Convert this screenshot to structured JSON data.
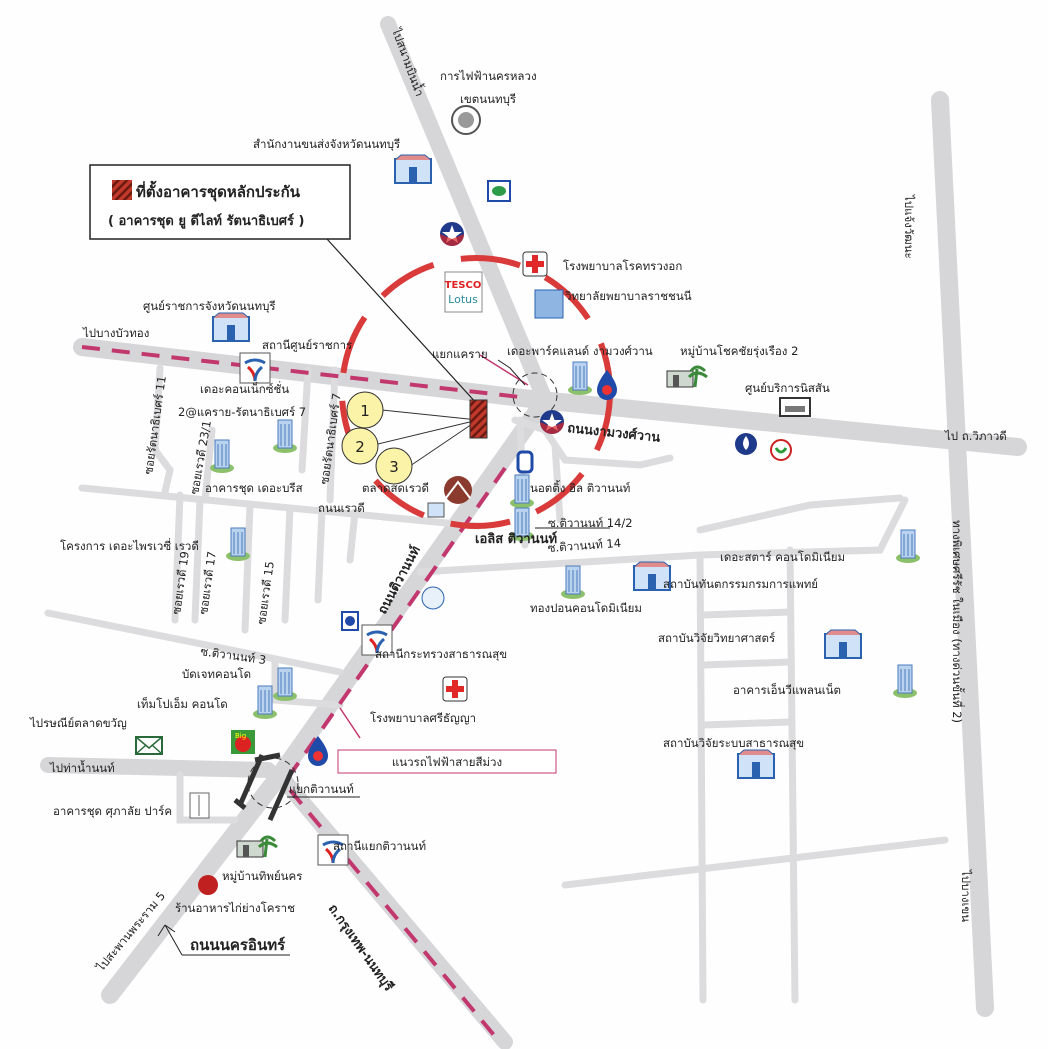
{
  "legend": {
    "title": "ที่ตั้งอาคารชุดหลักประกัน",
    "subtitle": "( อาคารชุด ยู ดีไลท์ รัตนาธิเบศร์ )"
  },
  "markers": [
    "1",
    "2",
    "3"
  ],
  "brand": {
    "tesco": "TESCO",
    "lotus": "Lotus",
    "big_c": "Big"
  },
  "purple_line_label": "แนวรถไฟฟ้าสายสีม่วง",
  "roads": {
    "to_airport": "ไปสนามบินน้ำ",
    "to_bangbuathong": "ไปบางบัวทอง",
    "ngamwongwan": "ถนนงามวงศ์วาน",
    "to_vibhavadi": "ไป ถ.วิภาวดี",
    "to_chaengwattana": "ไปแจ้งวัฒนะ",
    "expressway": "ทางพิเศษศรีรัช ในเมือง (ทางด่วนขั้นที่ 2)",
    "to_bangkhen": "ไปบางเขน",
    "rewadi": "ถนนเรวดี",
    "tiwanon": "ถนนติวานนท์",
    "to_thanamnon": "ไปท่าน้ำนนท์",
    "to_rama5": "ไปสะพานพระราม 5",
    "nakhon_in": "ถนนนครอินทร์",
    "bkk_nonthaburi": "ถ.กรุงเทพ-นนทบุรี",
    "soi_rattanathibet_11": "ซอยรัตนาธิเบศร์ 11",
    "soi_rewadi_23_1": "ซอยเรวดี 23/1",
    "soi_rattanathibet_7": "ซอยรัตนาธิเบศร์ 7",
    "soi_rewadi_19": "ซอยเรวดี 19",
    "soi_rewadi_17": "ซอยเรวดี 17",
    "soi_rewadi_15": "ซอยเรวดี 15",
    "soi_tiwanon_3": "ซ.ติวานนท์ 3",
    "soi_tiwanon_14_2": "ซ.ติวานนท์ 14/2",
    "soi_tiwanon_14": "ซ.ติวานนท์ 14"
  },
  "places": {
    "mea_1": "การไฟฟ้านครหลวง",
    "mea_2": "เขตนนทบุรี",
    "transport_office": "สำนักงานขนส่งจังหวัดนนทบุรี",
    "chest_hospital": "โรงพยาบาลโรคทรวงอก",
    "nursing_college": "วิทยาลัยพยาบาลราชชนนี",
    "gov_center": "ศูนย์ราชการจังหวัดนนทบุรี",
    "gov_center_station": "สถานีศูนย์ราชการ",
    "khae_rai_junction": "แยกแคราย",
    "parkland": "เดอะพาร์คแลนด์ งามวงศ์วาน",
    "chokchai": "หมู่บ้านโชคชัยรุ่งเรือง 2",
    "nissan": "ศูนย์บริการนิสสัน",
    "connexion": "เดอะคอนเน็กซ์ชั่น",
    "two_at": "2@แคราย-รัตนาธิเบศร์ 7",
    "breeze": "อาคารชุด เดอะบรีส",
    "rewadi_market": "ตลาดสดเรวดี",
    "notting_hill": "นอตติ้ง ฮิล ติวานนท์",
    "elis": "เอลิส ติวานนท์",
    "privacy": "โครงการ เดอะไพรเวซี่ เรวดี",
    "star_condo": "เดอะสตาร์ คอนโดมิเนียม",
    "dental_institute": "สถาบันทันตกรรมกรมการแพทย์",
    "thongpon": "ทองปอนคอนโดมิเนียม",
    "science_institute": "สถาบันวิจัยวิทยาศาสตร์",
    "moph_station": "สถานีกระทรวงสาธารณสุข",
    "budget_condo": "บัดเจทคอนโด",
    "nv_planet": "อาคารเอ็นวีแพลนเน็ต",
    "srithanya": "โรงพยาบาลศรีธัญญา",
    "tempo": "เท็มโปเอ็ม คอนโด",
    "post_office": "ไปรษณีย์ตลาดขวัญ",
    "hsri": "สถาบันวิจัยระบบสาธารณสุข",
    "tiwanon_junction": "แยกติวานนท์",
    "supalai": "อาคารชุด ศุภาลัย ปาร์ค",
    "tiwanon_station": "สถานีแยกติวานนท์",
    "thipnakorn": "หมู่บ้านทิพย์นคร",
    "korat_chicken": "ร้านอาหารไก่ย่างโคราช"
  },
  "colors": {
    "road": "#d6d6d8",
    "purple_line": "#c2386e",
    "radius_circle": "#d93a3a",
    "marker_fill": "#fbf3a8",
    "icon_blue": "#2b62b0"
  }
}
